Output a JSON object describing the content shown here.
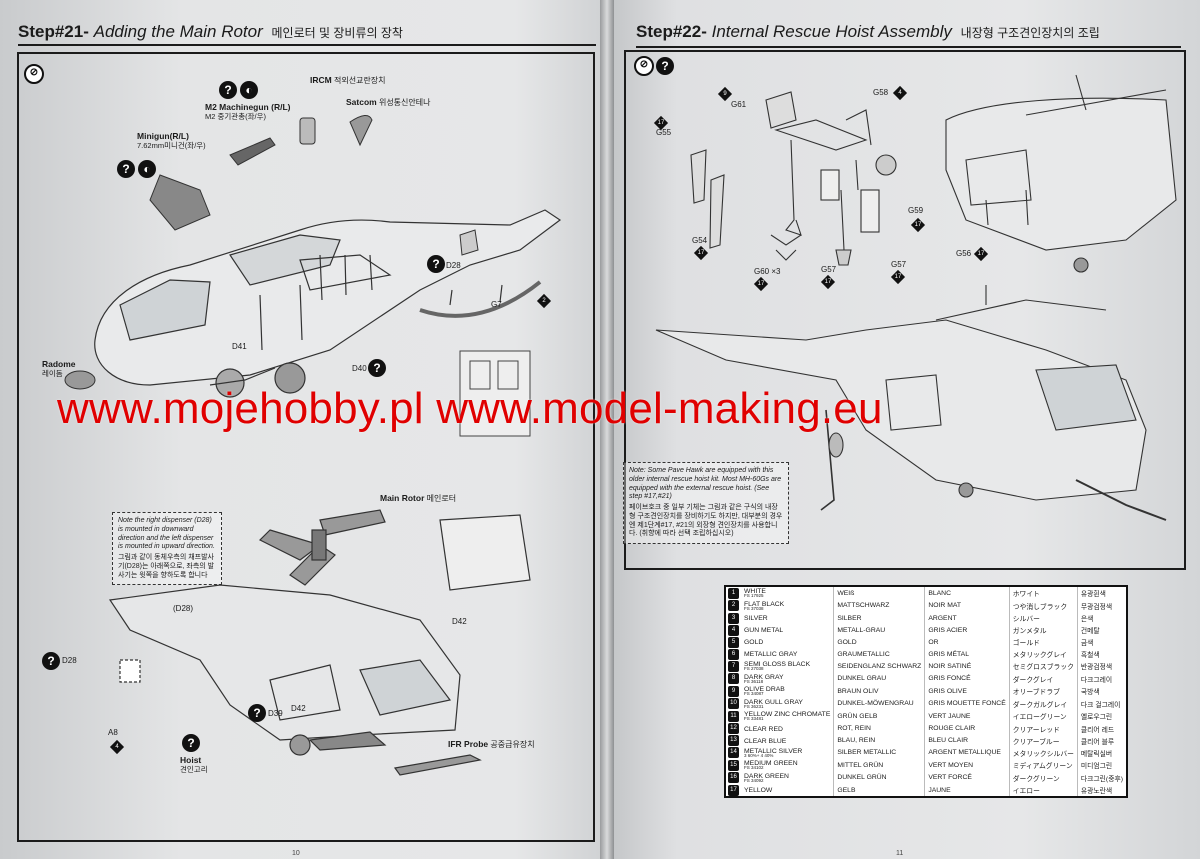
{
  "watermark": "www.mojehobby.pl www.model-making.eu",
  "left_page": {
    "header": {
      "number": "Step#21-",
      "title": "Adding the Main Rotor",
      "title_ko": "메인로터 및 장비류의 장착"
    },
    "callouts": {
      "irc": {
        "name": "IRCM",
        "ko": "적외선교란장치"
      },
      "m2": {
        "name": "M2 Machinegun (R/L)",
        "ko": "M2 중기관총(좌/우)"
      },
      "satcom": {
        "name": "Satcom",
        "ko": "위성통신안테나"
      },
      "minigun": {
        "name": "Minigun(R/L)",
        "ko": "7.62mm미니건(좌/우)"
      },
      "radome": {
        "name": "Radome",
        "ko": "레이돔"
      },
      "main_rotor": {
        "name": "Main Rotor",
        "ko": "메인로터"
      },
      "hoist": {
        "name": "Hoist",
        "ko": "견인고리"
      },
      "ifr": {
        "name": "IFR Probe",
        "ko": "공중급유장치"
      }
    },
    "parts": {
      "d28a": "D28",
      "g7": "G7",
      "d41": "D41",
      "d40": "D40",
      "d28b": "(D28)",
      "d42a": "D42",
      "d28c": "D28",
      "a8": "A8",
      "d39": "D39",
      "d42b": "D42"
    },
    "paint_codes": {
      "g7": "2",
      "a8": "4"
    },
    "note": {
      "en": "Note the right dispenser (D28) is mounted in downward direction and the left dispenser is mounted in upward direction.",
      "ko": "그림과 같이 동체우측의 채프발사기(D28)는 아래쪽으로, 좌측의 발사기는 윗쪽을 향하도록 합니다"
    },
    "folio": "10"
  },
  "right_page": {
    "header": {
      "number": "Step#22-",
      "title": "Internal Rescue Hoist Assembly",
      "title_ko": "내장형 구조견인장치의 조립"
    },
    "parts": {
      "g61": "G61",
      "g58": "G58",
      "g55": "G55",
      "g59": "G59",
      "g54": "G54",
      "g56": "G56",
      "g60": "G60 ×3",
      "g57a": "G57",
      "g57b": "G57"
    },
    "paint_codes": {
      "g61": "9",
      "g58": "4",
      "g55": "17",
      "g59": "17",
      "g54": "17",
      "g56": "17",
      "g60": "17",
      "g57a": "17",
      "g57b": "17"
    },
    "note": {
      "en": "Note: Some Pave Hawk are equipped with this older internal rescue hoist kit. Most MH-60Gs are equipped with the external rescue hoist. (See step #17,#21)",
      "ko": "페이브호크 중 일부 기체는 그림과 같은 구식의 내장형 구조견인장치를 장비하기도 하지만, 대부분의 경우엔 제1단계#17, #21의 외장형 견인장치를 사용합니다. (취향에 따라 선택 조립하십시오)"
    },
    "folio": "11"
  },
  "paint_table": {
    "rows": [
      {
        "no": "1",
        "en": "WHITE",
        "fs": "FS 17925",
        "de": "WEIß",
        "fr": "BLANC",
        "ja": "ホワイト",
        "ko": "유광흰색"
      },
      {
        "no": "2",
        "en": "FLAT BLACK",
        "fs": "FS 37038",
        "de": "MATTSCHWARZ",
        "fr": "NOIR MAT",
        "ja": "つや消しブラック",
        "ko": "무광검정색"
      },
      {
        "no": "3",
        "en": "SILVER",
        "fs": "",
        "de": "SILBER",
        "fr": "ARGENT",
        "ja": "シルバー",
        "ko": "은색"
      },
      {
        "no": "4",
        "en": "GUN METAL",
        "fs": "",
        "de": "METALL-GRAU",
        "fr": "GRIS ACIER",
        "ja": "ガンメタル",
        "ko": "건메탈"
      },
      {
        "no": "5",
        "en": "GOLD",
        "fs": "",
        "de": "GOLD",
        "fr": "OR",
        "ja": "ゴールド",
        "ko": "금색"
      },
      {
        "no": "6",
        "en": "METALLIC GRAY",
        "fs": "",
        "de": "GRAUMETALLIC",
        "fr": "GRIS MÉTAL",
        "ja": "メタリックグレイ",
        "ko": "흑철색"
      },
      {
        "no": "7",
        "en": "SEMI GLOSS BLACK",
        "fs": "FS 27038",
        "de": "SEIDENGLANZ SCHWARZ",
        "fr": "NOIR SATINÉ",
        "ja": "セミグロスブラック",
        "ko": "반광검정색"
      },
      {
        "no": "8",
        "en": "DARK GRAY",
        "fs": "FS 36118",
        "de": "DUNKEL GRAU",
        "fr": "GRIS FONCÉ",
        "ja": "ダークグレイ",
        "ko": "다크그레이"
      },
      {
        "no": "9",
        "en": "OLIVE DRAB",
        "fs": "FS 34087",
        "de": "BRAUN OLIV",
        "fr": "GRIS OLIVE",
        "ja": "オリーブドラブ",
        "ko": "국방색"
      },
      {
        "no": "10",
        "en": "DARK GULL GRAY",
        "fs": "FS 36231",
        "de": "DUNKEL-MÖWENGRAU",
        "fr": "GRIS MOUETTE FONCÉ",
        "ja": "ダークガルグレイ",
        "ko": "다크 걸그레이"
      },
      {
        "no": "11",
        "en": "YELLOW ZINC CHROMATE",
        "fs": "FS 33481",
        "de": "GRÜN GELB",
        "fr": "VERT JAUNE",
        "ja": "イエローグリーン",
        "ko": "옐로우그린"
      },
      {
        "no": "12",
        "en": "CLEAR RED",
        "fs": "",
        "de": "ROT, REIN",
        "fr": "ROUGE CLAIR",
        "ja": "クリアーレッド",
        "ko": "클리어 레드"
      },
      {
        "no": "13",
        "en": "CLEAR BLUE",
        "fs": "",
        "de": "BLAU, REIN",
        "fr": "BLEU CLAIR",
        "ja": "クリアーブルー",
        "ko": "클리어 블루"
      },
      {
        "no": "14",
        "en": "METALLIC SILVER",
        "fs": "3 60%+ 4 40%",
        "de": "SILBER METALLIC",
        "fr": "ARGENT METALLIQUE",
        "ja": "メタリックシルバー",
        "ko": "메탈릭실버"
      },
      {
        "no": "15",
        "en": "MEDIUM GREEN",
        "fs": "FS 34102",
        "de": "MITTEL GRÜN",
        "fr": "VERT MOYEN",
        "ja": "ミディアムグリーン",
        "ko": "미디엄그린"
      },
      {
        "no": "16",
        "en": "DARK GREEN",
        "fs": "FS 34092",
        "de": "DUNKEL GRÜN",
        "fr": "VERT FORCÉ",
        "ja": "ダークグリーン",
        "ko": "다크그린(중후)"
      },
      {
        "no": "17",
        "en": "YELLOW",
        "fs": "",
        "de": "GELB",
        "fr": "JAUNE",
        "ja": "イエロー",
        "ko": "유광노란색"
      }
    ]
  }
}
